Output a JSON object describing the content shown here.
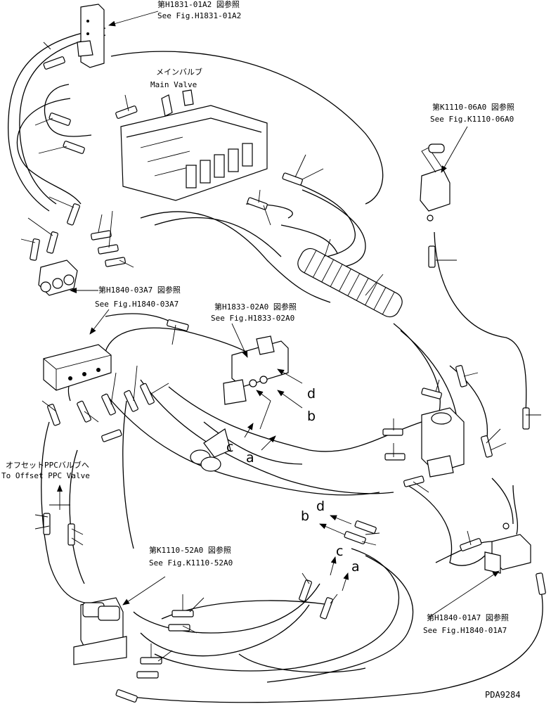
{
  "references": {
    "h1831": {
      "jp": "第H1831-01A2 図参照",
      "en": "See Fig.H1831-01A2"
    },
    "main_valve": {
      "jp": "メインバルブ",
      "en": "Main Valve"
    },
    "k1110_06": {
      "jp": "第K1110-06A0 図参照",
      "en": "See Fig.K1110-06A0"
    },
    "h1840_03": {
      "jp": "第H1840-03A7 図参照",
      "en": "See Fig.H1840-03A7"
    },
    "h1833": {
      "jp": "第H1833-02A0 図参照",
      "en": "See Fig.H1833-02A0"
    },
    "offset": {
      "jp": "オフセットPPCバルブへ",
      "en": "To Offset PPC Valve"
    },
    "k1110_52": {
      "jp": "第K1110-52A0 図参照",
      "en": "See Fig.K1110-52A0"
    },
    "h1840_01": {
      "jp": "第H1840-01A7 図参照",
      "en": "See Fig.H1840-01A7"
    }
  },
  "connection_letters": {
    "upper_d": "d",
    "upper_b": "b",
    "upper_c": "c",
    "upper_a": "a",
    "lower_b": "b",
    "lower_d": "d",
    "lower_c": "c",
    "lower_a": "a"
  },
  "drawing_code": "PDA9284"
}
